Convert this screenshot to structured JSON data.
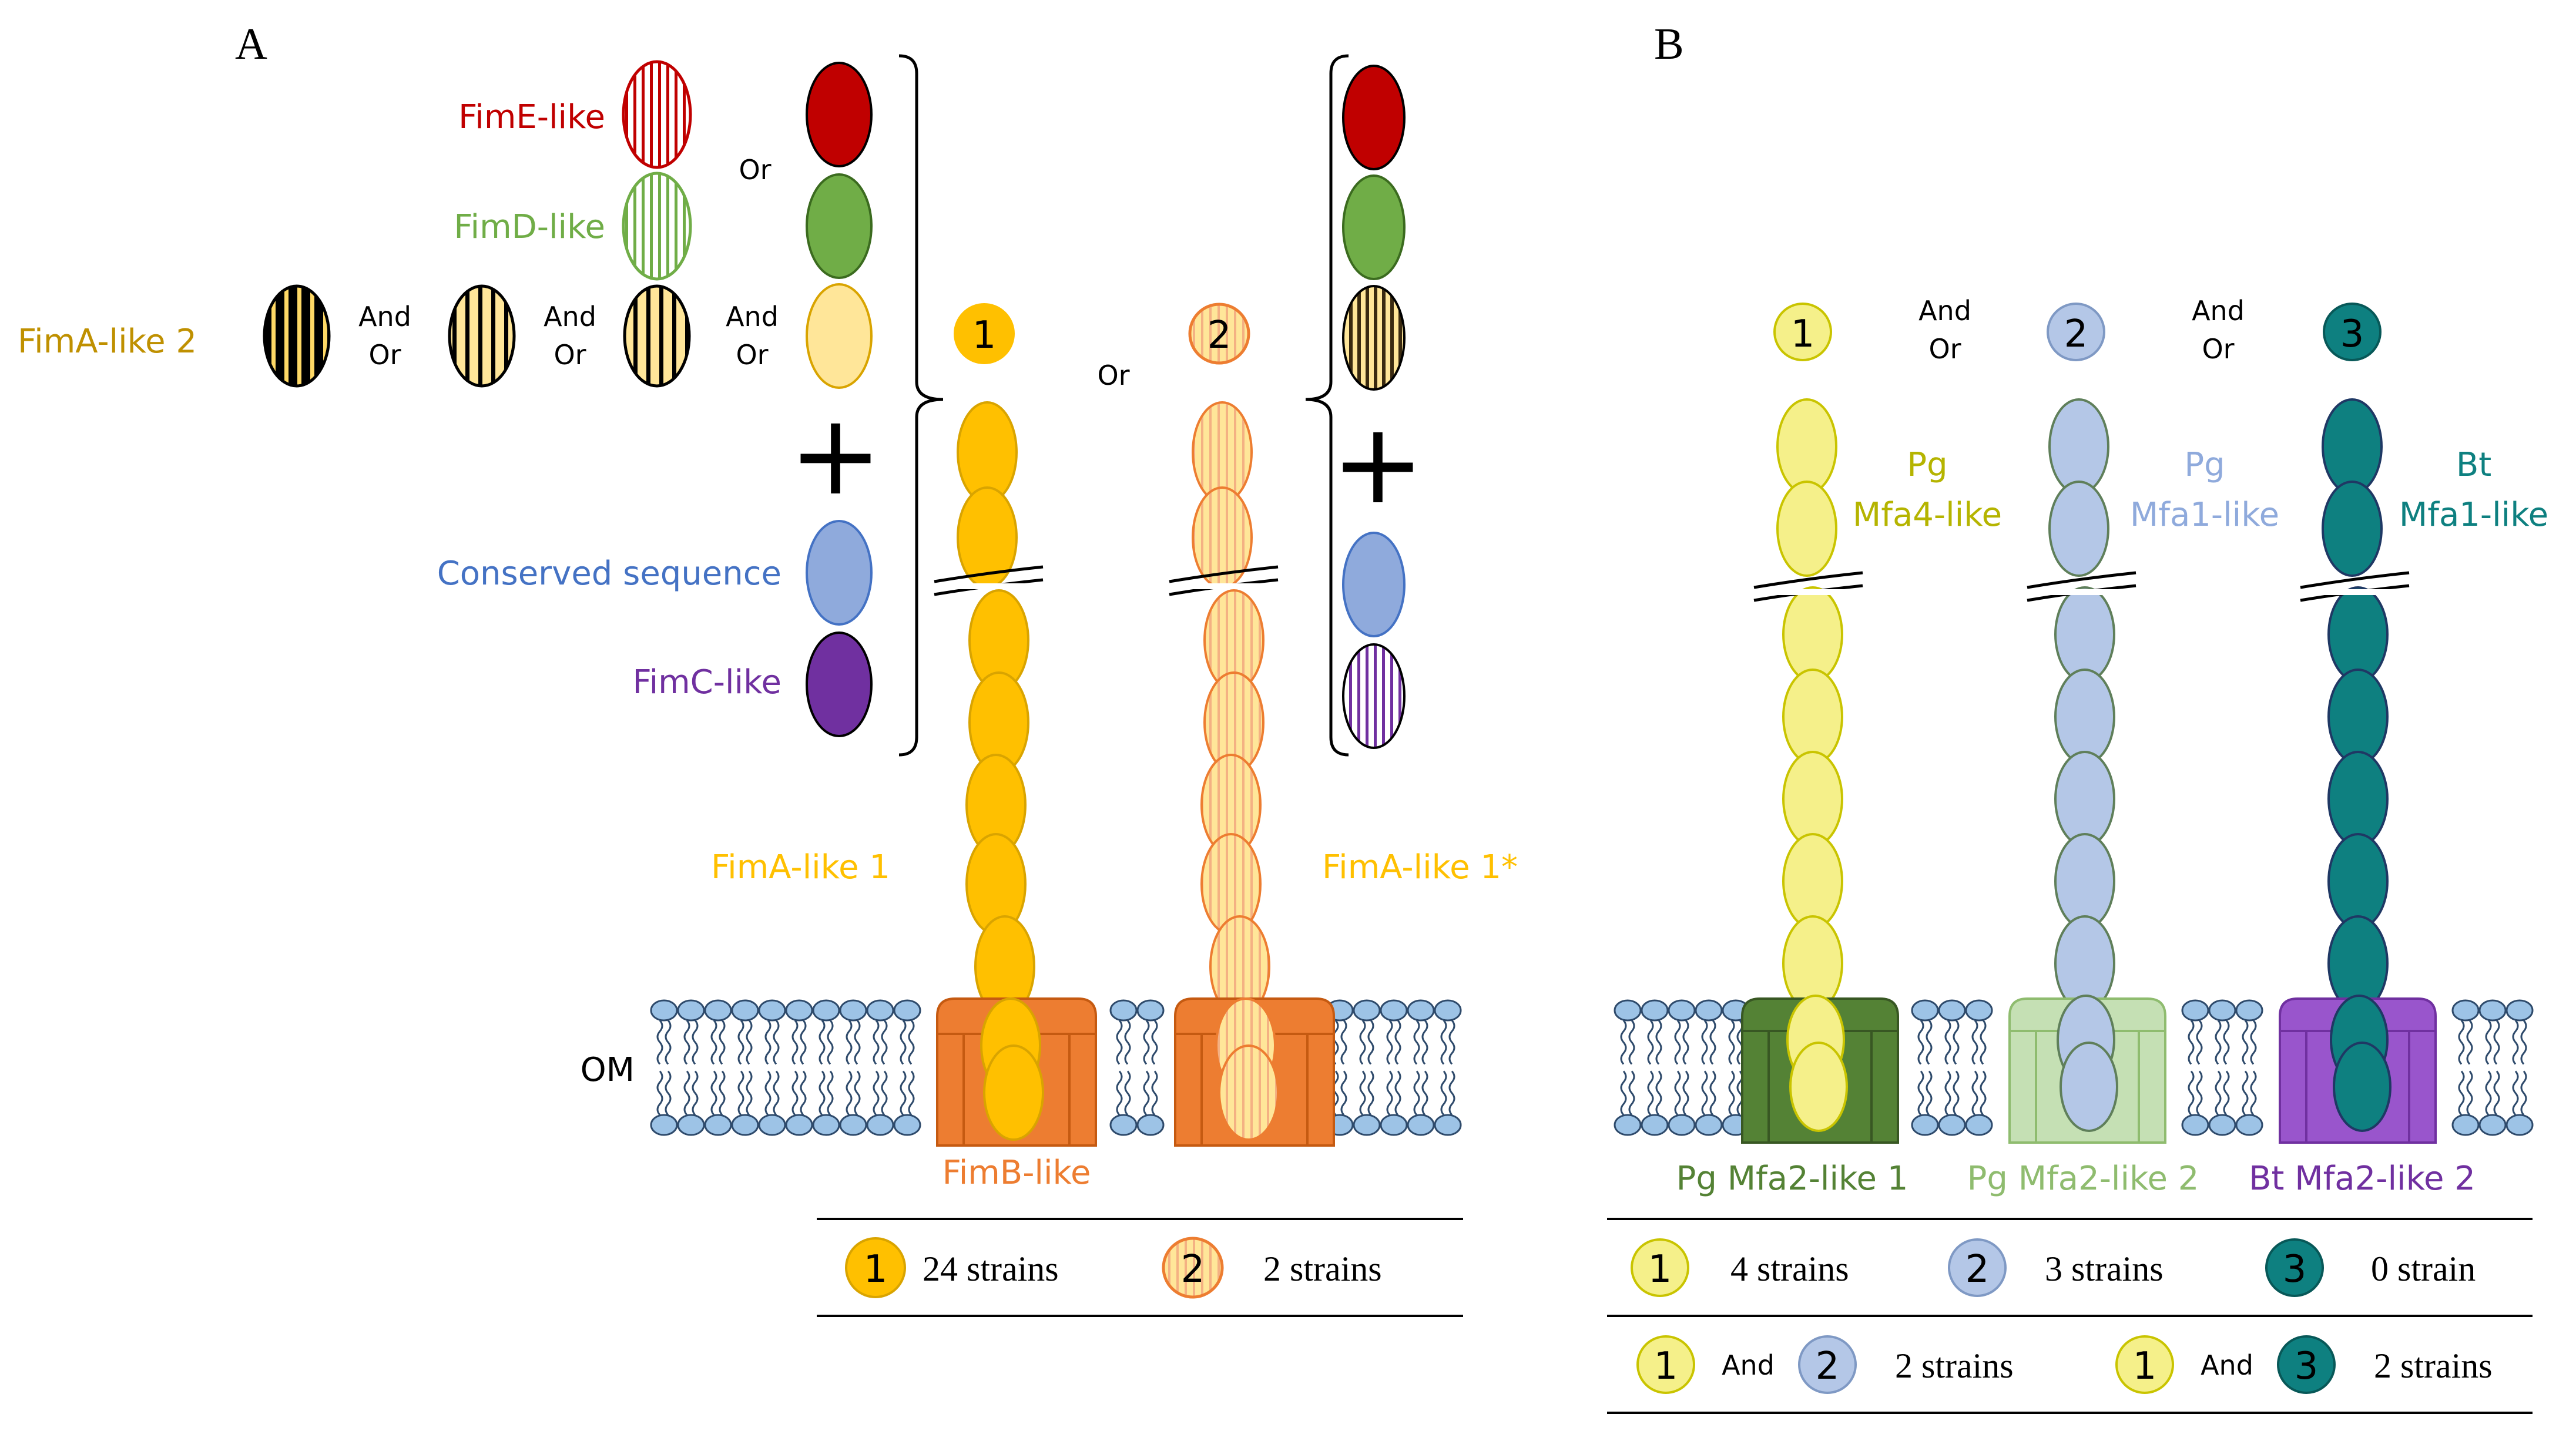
{
  "panel_a": {
    "letter": "A",
    "labels": {
      "fime": "FimE-like",
      "fimd": "FimD-like",
      "fima2": "FimA-like 2",
      "conserved": "Conserved sequence",
      "fimc": "FimC-like",
      "fima1": "FimA-like 1",
      "fima1_star": "FimA-like 1*",
      "fimb": "FimB-like",
      "om": "OM"
    },
    "connectors": {
      "or": "Or",
      "and": "And",
      "plus": "+"
    },
    "badges": [
      "1",
      "2"
    ],
    "table": [
      {
        "badge": "1",
        "text": "24 strains"
      },
      {
        "badge": "2",
        "text": "2 strains"
      }
    ]
  },
  "panel_b": {
    "letter": "B",
    "connectors": {
      "and": "And",
      "or": "Or"
    },
    "badges": [
      "1",
      "2",
      "3"
    ],
    "fimbria_labels": [
      {
        "line1": "Pg",
        "line2": "Mfa4-like"
      },
      {
        "line1": "Pg",
        "line2": "Mfa1-like"
      },
      {
        "line1": "Bt",
        "line2": "Mfa1-like"
      }
    ],
    "anchor_labels": [
      "Pg Mfa2-like 1",
      "Pg Mfa2-like 2",
      "Bt Mfa2-like 2"
    ],
    "table_row1": [
      {
        "badge": "1",
        "text": "4 strains"
      },
      {
        "badge": "2",
        "text": "3 strains"
      },
      {
        "badge": "3",
        "text": "0 strain"
      }
    ],
    "table_row2": {
      "left": {
        "b1": "1",
        "and": "And",
        "b2": "2",
        "text": "2 strains"
      },
      "right": {
        "b1": "1",
        "and": "And",
        "b2": "3",
        "text": "2 strains"
      }
    }
  },
  "colors": {
    "fime_red": "#c00000",
    "fimd_green": "#70ad47",
    "fima2_gold": "#bf9000",
    "conserved_blue": "#4472c4",
    "fimc_purple": "#7030a0",
    "fima1_yellow": "#ffc000",
    "fimb_orange": "#ed7d31",
    "pg_mfa4_yellow": "#f5f08a",
    "pg_mfa1_blue": "#b4c7e7",
    "bt_teal": "#0e8080",
    "pg_mfa2_1_green": "#548235",
    "pg_mfa2_2_lightgreen": "#c5e0b4",
    "bt_mfa2_2_purple": "#9955cc",
    "lipid_blue": "#9dc3e6"
  }
}
